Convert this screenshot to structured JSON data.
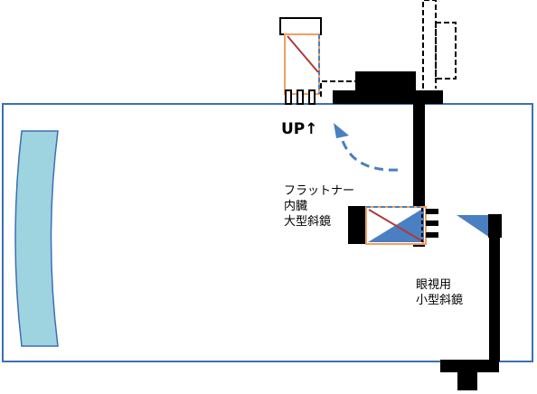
{
  "labels": {
    "up": "UP↑",
    "flattener": [
      "フラットナー",
      "内臓",
      "大型斜鏡"
    ],
    "finder": [
      "眼視用",
      "小型斜鏡"
    ]
  },
  "colors": {
    "tube_outline": "#3c6fb5",
    "primary_mirror": "#9ed3e0",
    "mirror_blue": "#4a7fc1",
    "orange": "#f0a060",
    "red_ray": "#b03a3a",
    "black": "#000000",
    "arrow": "#4a7fc1"
  }
}
